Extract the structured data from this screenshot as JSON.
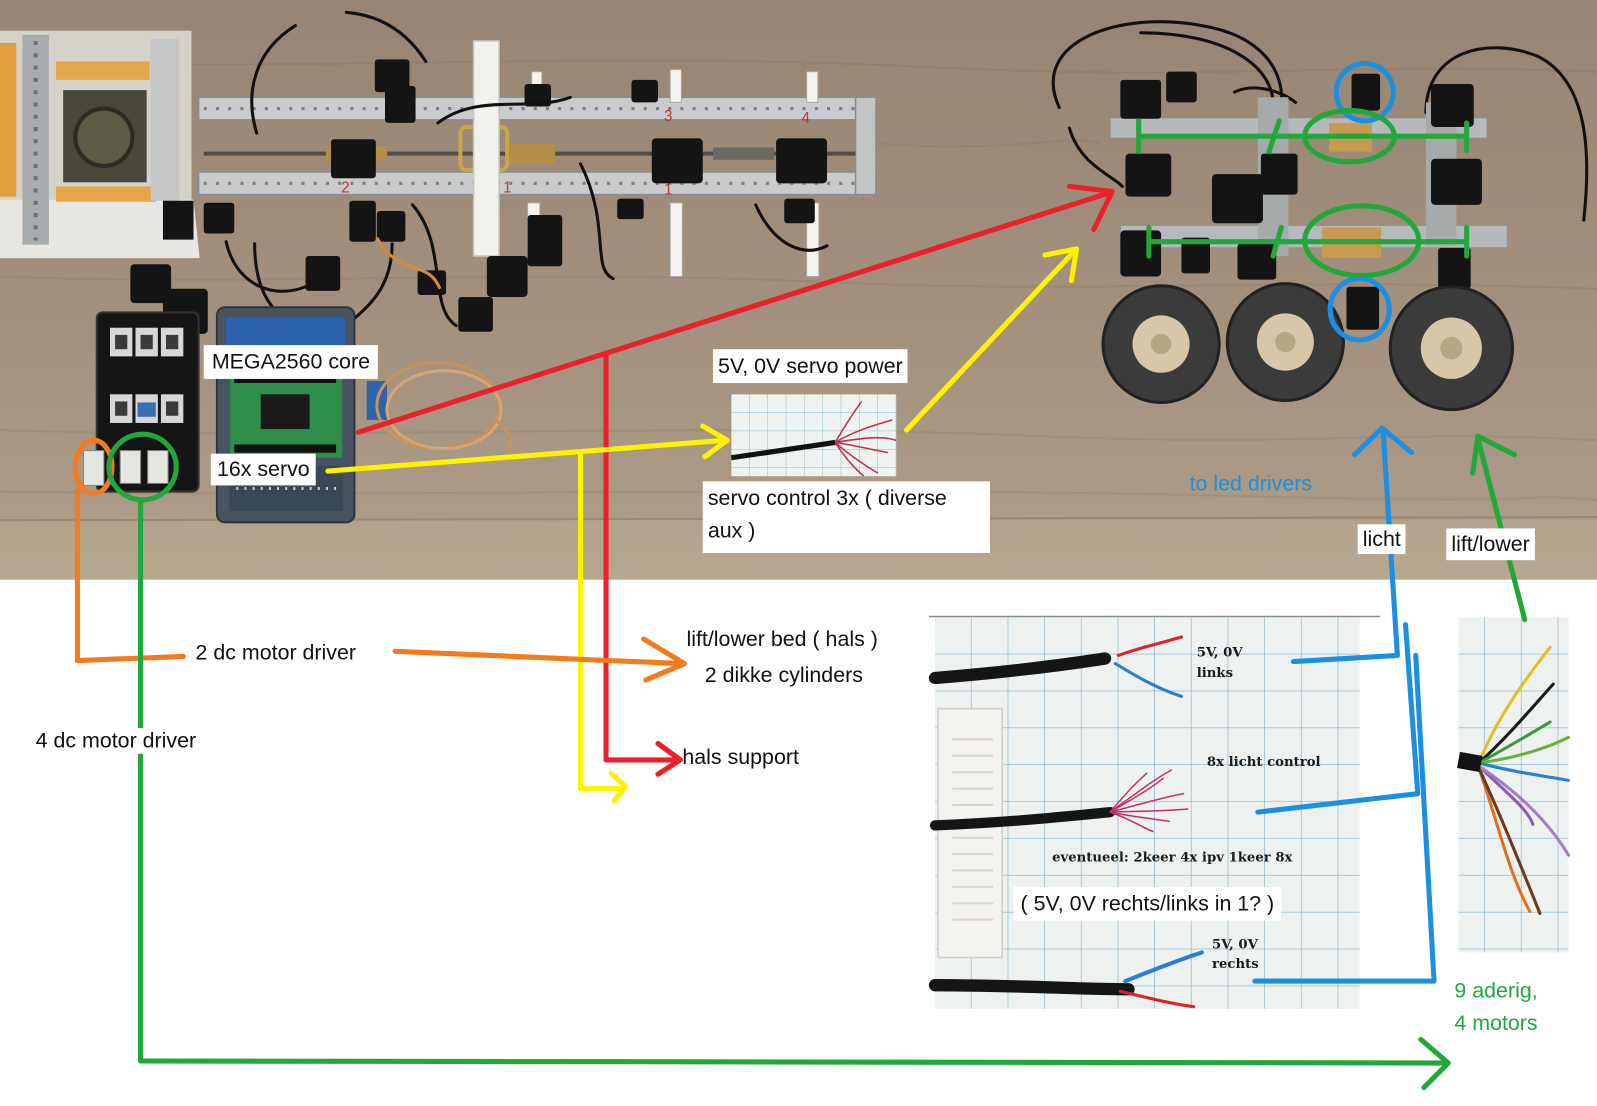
{
  "labels": {
    "mega_core": "MEGA2560 core",
    "servo_16x": "16x servo",
    "servo_power": "5V, 0V servo power",
    "servo_control_line1": "servo control 3x ( diverse",
    "servo_control_line2": "aux )",
    "to_led_drivers": "to led drivers",
    "licht": "licht",
    "lift_lower": "lift/lower",
    "dc_motor_2": "2 dc motor driver",
    "dc_motor_4": "4 dc motor driver",
    "lift_lower_bed": "lift/lower bed ( hals )",
    "dikke_cylinders": "2 dikke cylinders",
    "hals_support": "hals support",
    "aderig_line1": "9 aderig,",
    "aderig_line2": "4 motors"
  },
  "photo_text": {
    "links_line1": "5V, 0V",
    "links_line2": "links",
    "licht_control": "8x licht control",
    "eventueel": "eventueel: 2keer 4x ipv 1keer 8x",
    "rechts_links": "( 5V, 0V rechts/links in 1? )",
    "rechts_line1": "5V, 0V",
    "rechts_line2": "rechts"
  },
  "rail_marks": [
    "3",
    "4",
    "2",
    "1",
    "1"
  ],
  "colors": {
    "red": "#e8212a",
    "yellow": "#fff200",
    "orange": "#f47a20",
    "green": "#22a83a",
    "blue": "#1d8fe1"
  }
}
